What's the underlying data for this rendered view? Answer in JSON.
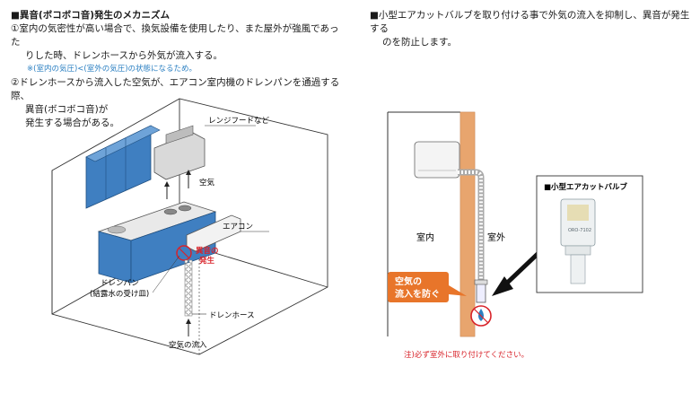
{
  "left": {
    "title": "■異音(ボコボコ音)発生のメカニズム",
    "item1_line1": "①室内の気密性が高い場合で、換気設備を使用したり、また屋外が強風であった",
    "item1_line2": "りした時、ドレンホースから外気が流入する。",
    "item1_note": "※(室内の気圧)<(室外の気圧)の状態になるため。",
    "item2_line1": "②ドレンホースから流入した空気が、エアコン室内機のドレンパンを通過する際、",
    "item2_line2": "異音(ボコボコ音)が",
    "item2_line3": "発生する場合がある。"
  },
  "right": {
    "line1": "■小型エアカットバルブを取り付ける事で外気の流入を抑制し、異音が発生する",
    "line2": "のを防止します。"
  },
  "diagram_left": {
    "range_hood": "レンジフードなど",
    "air": "空気",
    "aircon": "エアコン",
    "noise_line1": "異音の",
    "noise_line2": "発生",
    "drain_pan_line1": "ドレンパン",
    "drain_pan_line2": "(結露水の受け皿)",
    "drain_hose": "ドレンホース",
    "air_inflow": "空気の流入"
  },
  "diagram_right": {
    "indoor": "室内",
    "outdoor": "室外",
    "prevent_line1": "空気の",
    "prevent_line2": "流入を防ぐ",
    "valve_title": "■小型エアカットバルブ",
    "valve_model": "ORO-7102",
    "note": "注)必ず室外に取り付けてください。"
  },
  "colors": {
    "cabinet_blue": "#3f7fc1",
    "accent_red": "#d8232a",
    "note_blue": "#2a7fc2",
    "callout_orange": "#e8752a"
  }
}
